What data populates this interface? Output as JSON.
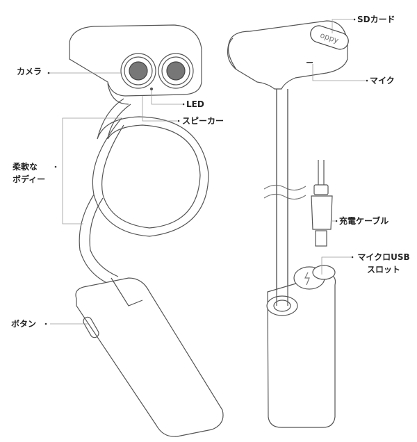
{
  "logo_text": "oppy",
  "labels": {
    "camera": "カメラ",
    "led": "LED",
    "speaker": "スピーカー",
    "flexible_body_line1": "柔軟な",
    "flexible_body_line2": "ボディー",
    "button": "ボタン",
    "sd_card": "SDカード",
    "mic": "マイク",
    "charging_cable": "充電ケーブル",
    "micro_usb_line1": "マイクロUSB",
    "micro_usb_line2": "スロット"
  }
}
